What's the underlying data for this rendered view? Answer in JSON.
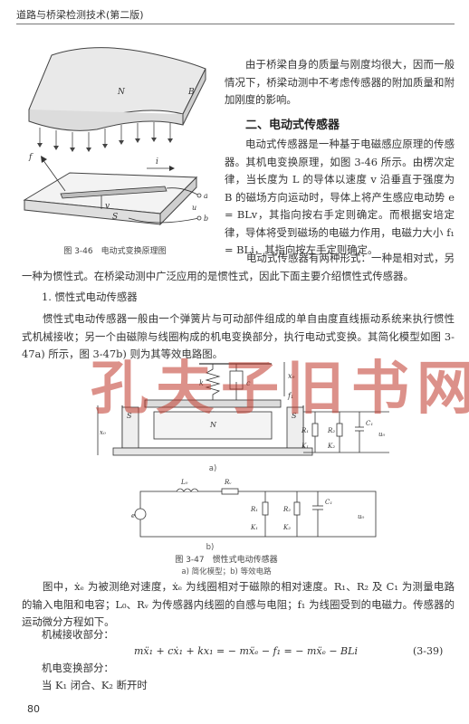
{
  "header": {
    "title": "道路与桥梁检测技术(第二版)"
  },
  "figure_3_46": {
    "caption": "图 3-46　电动式变换原理图",
    "labels": {
      "N": "N",
      "B": "B",
      "f": "f",
      "i": "i",
      "v": "v",
      "S": "S",
      "a": "a",
      "b": "b",
      "u": "u"
    }
  },
  "intro_paragraph": "由于桥梁自身的质量与刚度均很大，因而一般情况下，桥梁动测中不考虑传感器的附加质量和附加刚度的影响。",
  "section_heading": "二、电动式传感器",
  "paragraph_principle": "电动式传感器是一种基于电磁感应原理的传感器。其机电变换原理，如图 3-46 所示。由楞次定律，当长度为 L 的导体以速度 v 沿垂直于强度为 B 的磁场方向运动时，导体上将产生感应电动势 e = BLv，其指向按右手定则确定。而根据安培定律，导体将受到磁场的电磁力作用，电磁力大小 f₁ = BLi，其指向按左手定则确定。",
  "paragraph_forms": "电动式传感器有两种形式：一种是相对式，另一种为惯性式。在桥梁动测中广泛应用的是惯性式，因此下面主要介绍惯性式传感器。",
  "subsection_heading": "1. 惯性式电动传感器",
  "paragraph_inertial": "惯性式电动传感器一般由一个弹簧片与可动部件组成的单自由度直线振动系统来执行惯性式机械接收；另一个由磁隙与线圈构成的机电变换部分，执行电动式变换。其简化模型如图 3-47a) 所示，图 3-47b) 则为其等效电路图。",
  "figure_3_47": {
    "subfig_a": "a)",
    "subfig_b": "b)",
    "caption": "图 3-47　惯性式电动传感器",
    "subcaption": "a) 简化模型；b) 等效电路",
    "labels": {
      "xe": "xₑ",
      "k": "k",
      "c": "c",
      "m": "m",
      "f1": "f₁",
      "S": "S",
      "N": "N",
      "x0": "x₀",
      "R1": "R₁",
      "R2": "R₂",
      "C1": "C₁",
      "K1": "K₁",
      "K2": "K₂",
      "u0": "u₀",
      "Lv": "L₀",
      "Rv": "Rᵥ",
      "ev": "e"
    }
  },
  "paragraph_symbols": "图中，ẋₑ 为被测绝对速度，ẋₑ 为线圈相对于磁隙的相对速度。R₁、R₂ 及 C₁ 为测量电路的输入电阻和电容；L₀、Rᵥ 为传感器内线圈的自感与电阻；f₁ 为线圈受到的电磁力。传感器的运动微分方程如下。",
  "label_mechanical": "机械接收部分：",
  "equation_text": "mẍ₁ + cẋ₁ + kx₁ = − mẍₑ − f₁ = − mẍₑ − BLi",
  "equation_number": "(3-39)",
  "label_electrical": "机电变换部分：",
  "label_condition": "当 K₁ 闭合、K₂ 断开时",
  "page_number": "80",
  "watermark": "孔夫子旧书网"
}
